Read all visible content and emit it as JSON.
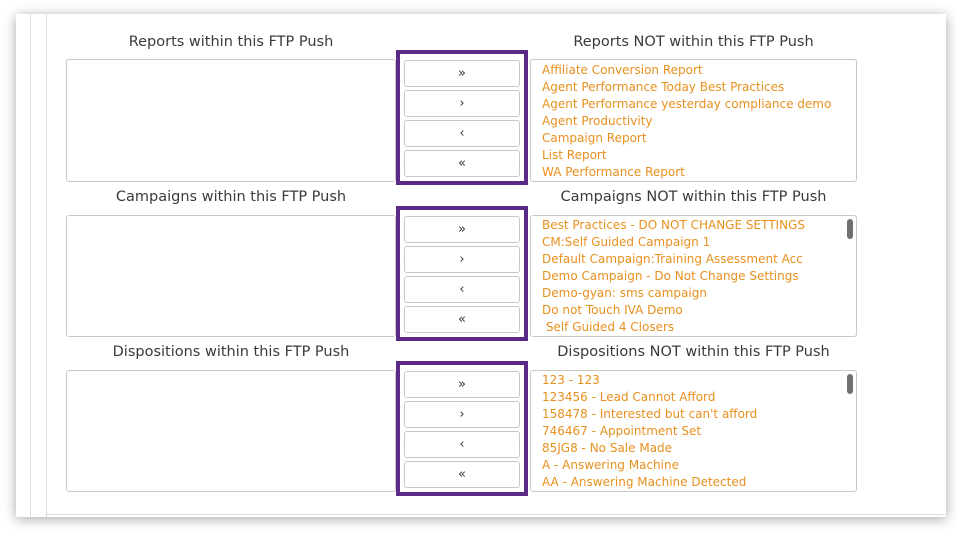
{
  "sections": [
    {
      "left_heading": "Reports within this FTP Push",
      "right_heading": "Reports NOT within this FTP Push",
      "available": [
        "Affiliate Conversion Report",
        "Agent Performance Today Best Practices",
        "Agent Performance yesterday compliance demo",
        "Agent Productivity",
        "Campaign Report",
        "List Report",
        "WA Performance Report"
      ],
      "has_scrollbar": false
    },
    {
      "left_heading": "Campaigns within this FTP Push",
      "right_heading": "Campaigns NOT within this FTP Push",
      "available": [
        "Best Practices - DO NOT CHANGE SETTINGS",
        "CM:Self Guided Campaign 1",
        "Default Campaign:Training Assessment Acc",
        "Demo Campaign - Do Not Change Settings",
        "Demo-gyan: sms campaign",
        "Do not Touch IVA Demo",
        " Self Guided 4 Closers"
      ],
      "has_scrollbar": true
    },
    {
      "left_heading": "Dispositions within this FTP Push",
      "right_heading": "Dispositions NOT within this FTP Push",
      "available": [
        "123 - 123",
        "123456 - Lead Cannot Afford",
        "158478 - Interested but can't afford",
        "746467 - Appointment Set",
        "85JG8 - No Sale Made",
        "A - Answering Machine",
        "AA - Answering Machine Detected"
      ],
      "has_scrollbar": true
    }
  ],
  "buttons": {
    "add_all": "»",
    "add_one": "›",
    "remove_one": "‹",
    "remove_all": "«"
  },
  "colors": {
    "item_text": "#e8901e",
    "highlight_border": "#5b2a86"
  }
}
